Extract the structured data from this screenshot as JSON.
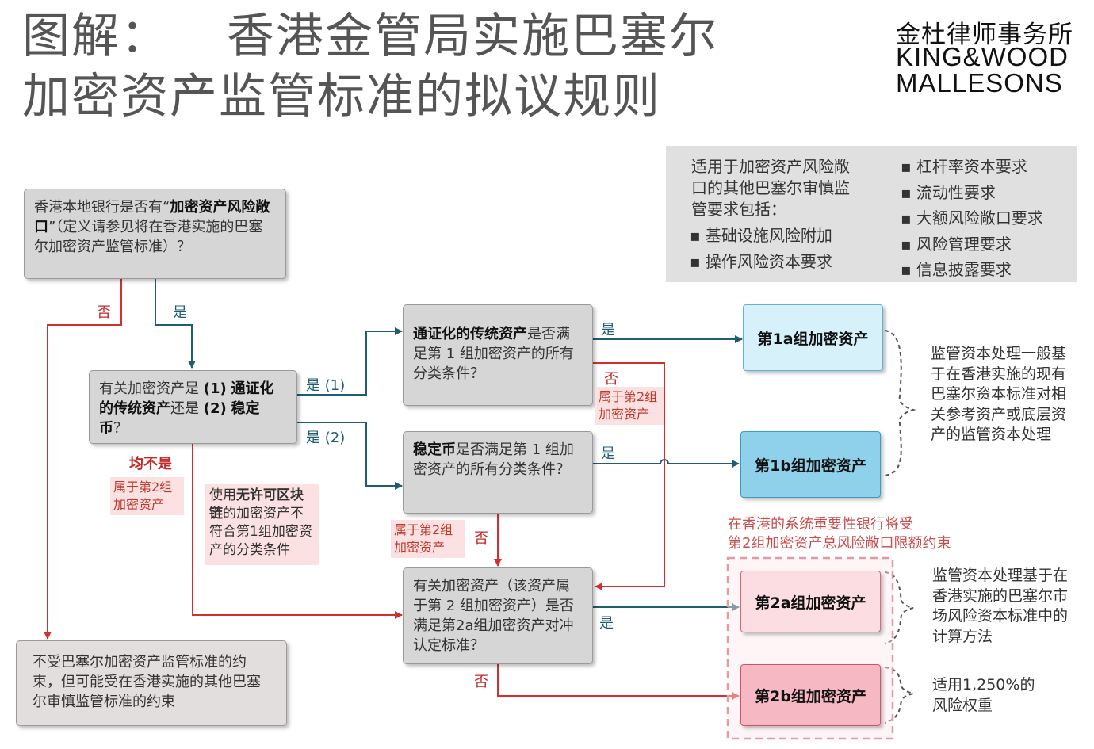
{
  "title": {
    "line1_prefix": "图解：",
    "line1_main": "香港金管局实施巴塞尔",
    "line2": "加密资产监管标准的拟议规则"
  },
  "logo": {
    "cn": "金杜律师事务所",
    "en_line1": "KING&WOOD",
    "en_line2": "MALLESONS"
  },
  "info_box": {
    "intro": [
      "适用于加密资产风险敞",
      "口的其他巴塞尔审慎监",
      "管要求包括："
    ],
    "left_items": [
      "基础设施风险附加",
      "操作风险资本要求"
    ],
    "right_items": [
      "杠杆率资本要求",
      "流动性要求",
      "大额风险敞口要求",
      "风险管理要求",
      "信息披露要求"
    ]
  },
  "q1": {
    "pre": "香港本地银行是否有“",
    "bold": "加密资产风险敞口",
    "post": "”（定义请参见将在香港实施的巴塞尔加密资产监管标准）？"
  },
  "q2": {
    "pre": "有关加密资产是 ",
    "p1": "(1)",
    "b1": "通证化的传统资产",
    "mid": "还是 ",
    "p2": "(2)",
    "b2": "稳定币",
    "post": "？"
  },
  "q3": {
    "bold": "通证化的传统资产",
    "rest": "是否满足第 1 组加密资产的所有分类条件？"
  },
  "q4": {
    "bold": "稳定币",
    "rest": "是否满足第 1 组加密资产的所有分类条件？"
  },
  "q5": {
    "text": "有关加密资产（该资产属于第 2 组加密资产）是否满足第2a组加密资产对冲认定标准？"
  },
  "bottom_box": {
    "text": "不受巴塞尔加密资产监管标准的约束，但可能受在香港实施的其他巴塞尔审慎监管标准的约束"
  },
  "categories": {
    "c1a": "第1a组加密资产",
    "c1b": "第1b组加密资产",
    "c2a": "第2a组加密资产",
    "c2b": "第2b组加密资产"
  },
  "labels": {
    "yes": "是",
    "no": "否",
    "yes1": "是 (1)",
    "yes2": "是 (2)",
    "neither": "均不是",
    "group2_note": "属于第2组加密资产",
    "permissionless_pre": "使用",
    "permissionless_bold": "无许可区块链",
    "permissionless_post": "的加密资产不符合第1组加密资产的分类条件"
  },
  "red_title": {
    "line1": "在香港的系统重要性银行将受",
    "line2": "第2组加密资产总风险敞口限额约束"
  },
  "descriptions": {
    "group1": "监管资本处理一般基于在香港实施的现有巴塞尔资本标准对相关参考资产或底层资产的监管资本处理",
    "c2a": "监管资本处理基于在香港实施的巴塞尔市场风险资本标准中的计算方法",
    "c2b": "适用1,250%的风险权重"
  }
}
